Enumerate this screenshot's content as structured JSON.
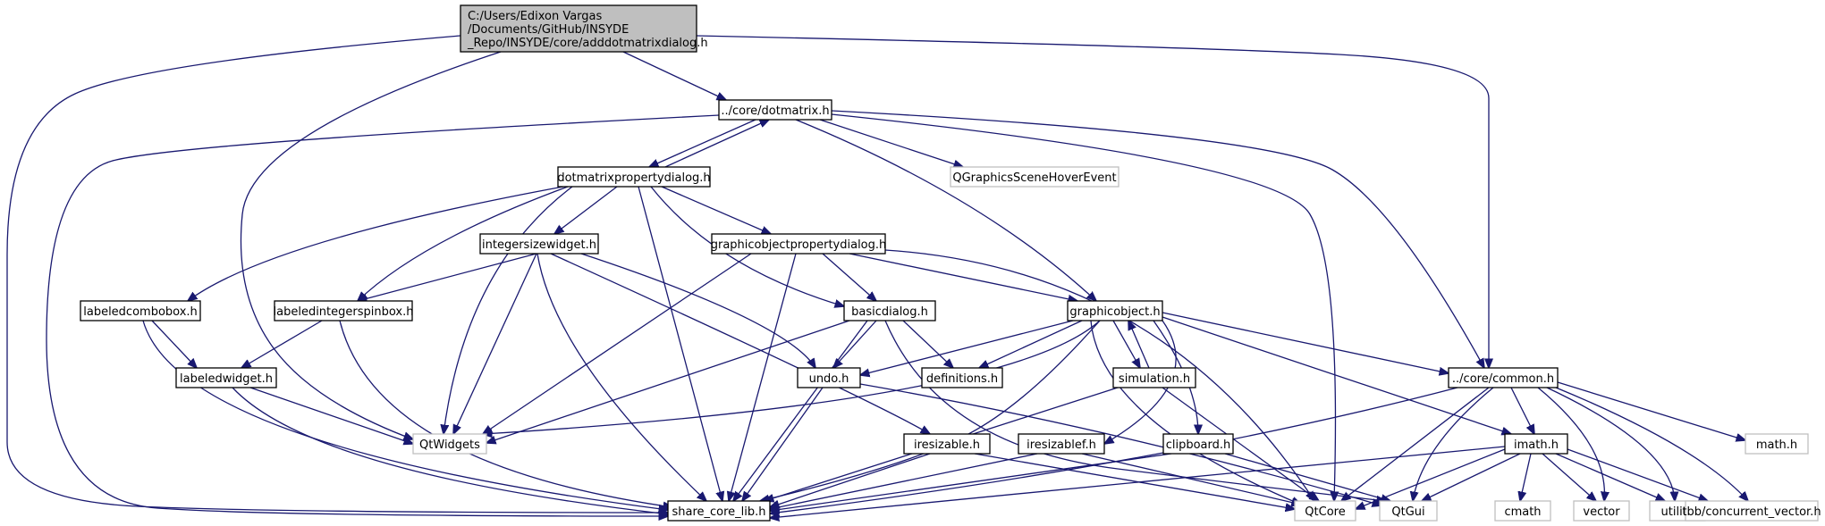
{
  "diagram": {
    "type": "include-dependency-graph",
    "colors": {
      "edge": "#191970",
      "local_border": "#000000",
      "external_border": "#bfbfbf",
      "root_fill": "#bfbfbf",
      "fill": "#ffffff",
      "text": "#000000"
    },
    "nodes": [
      {
        "id": "root",
        "lines": [
          "C:/Users/Edixon Vargas",
          "/Documents/GitHub/INSYDE",
          "_Repo/INSYDE/core/adddotmatrixdialog.h"
        ],
        "kind": "root"
      },
      {
        "id": "dotmatrix",
        "lines": [
          "../core/dotmatrix.h"
        ],
        "kind": "local"
      },
      {
        "id": "common",
        "lines": [
          "../core/common.h"
        ],
        "kind": "local"
      },
      {
        "id": "share",
        "lines": [
          "share_core_lib.h"
        ],
        "kind": "local"
      },
      {
        "id": "qtwidgets",
        "lines": [
          "QtWidgets"
        ],
        "kind": "external"
      },
      {
        "id": "dmprop",
        "lines": [
          "dotmatrixpropertydialog.h"
        ],
        "kind": "local"
      },
      {
        "id": "qgshe",
        "lines": [
          "QGraphicsSceneHoverEvent"
        ],
        "kind": "external"
      },
      {
        "id": "qtcore",
        "lines": [
          "QtCore"
        ],
        "kind": "external"
      },
      {
        "id": "graphicobject",
        "lines": [
          "graphicobject.h"
        ],
        "kind": "local"
      },
      {
        "id": "intsize",
        "lines": [
          "integersizewidget.h"
        ],
        "kind": "local"
      },
      {
        "id": "goprop",
        "lines": [
          "graphicobjectpropertydialog.h"
        ],
        "kind": "local"
      },
      {
        "id": "lcombo",
        "lines": [
          "labeledcombobox.h"
        ],
        "kind": "local"
      },
      {
        "id": "lintspin",
        "lines": [
          "labeledintegerspinbox.h"
        ],
        "kind": "local"
      },
      {
        "id": "basicdialog",
        "lines": [
          "basicdialog.h"
        ],
        "kind": "local"
      },
      {
        "id": "lwidget",
        "lines": [
          "labeledwidget.h"
        ],
        "kind": "local"
      },
      {
        "id": "undo",
        "lines": [
          "undo.h"
        ],
        "kind": "local"
      },
      {
        "id": "definitions",
        "lines": [
          "definitions.h"
        ],
        "kind": "local"
      },
      {
        "id": "simulation",
        "lines": [
          "simulation.h"
        ],
        "kind": "local"
      },
      {
        "id": "mathh",
        "lines": [
          "math.h"
        ],
        "kind": "external"
      },
      {
        "id": "iresizable",
        "lines": [
          "iresizable.h"
        ],
        "kind": "local"
      },
      {
        "id": "iresizablef",
        "lines": [
          "iresizablef.h"
        ],
        "kind": "local"
      },
      {
        "id": "clipboard",
        "lines": [
          "clipboard.h"
        ],
        "kind": "local"
      },
      {
        "id": "imath",
        "lines": [
          "imath.h"
        ],
        "kind": "local"
      },
      {
        "id": "qtgui",
        "lines": [
          "QtGui"
        ],
        "kind": "external"
      },
      {
        "id": "cmath",
        "lines": [
          "cmath"
        ],
        "kind": "external"
      },
      {
        "id": "vector",
        "lines": [
          "vector"
        ],
        "kind": "external"
      },
      {
        "id": "utility",
        "lines": [
          "utility"
        ],
        "kind": "external"
      },
      {
        "id": "tbb",
        "lines": [
          "tbb/concurrent_vector.h"
        ],
        "kind": "external"
      }
    ]
  }
}
